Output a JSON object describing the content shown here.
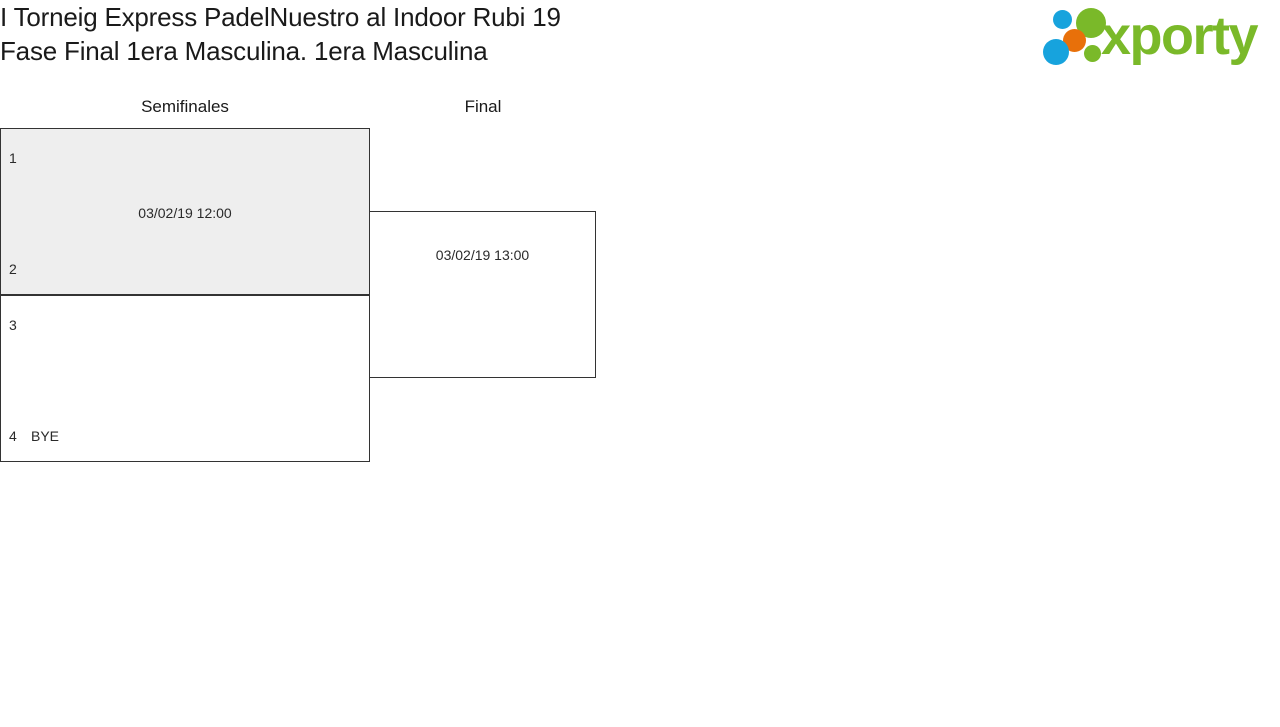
{
  "header": {
    "title_line1": "I Torneig Express PadelNuestro al Indoor Rubi 19",
    "title_line2": "Fase Final 1era Masculina. 1era Masculina",
    "logo": {
      "wordmark": "xporty",
      "colors": {
        "green": "#7ab929",
        "blue": "#17a3dd",
        "orange": "#e8700a"
      }
    }
  },
  "bracket": {
    "rounds": [
      {
        "label": "Semifinales"
      },
      {
        "label": "Final"
      }
    ],
    "matches": {
      "semi1": {
        "shaded": true,
        "time": "03/02/19 12:00",
        "top": {
          "seed": "1",
          "name": ""
        },
        "bottom": {
          "seed": "2",
          "name": ""
        }
      },
      "semi2": {
        "shaded": false,
        "time": "",
        "top": {
          "seed": "3",
          "name": ""
        },
        "bottom": {
          "seed": "4",
          "name": "BYE"
        }
      },
      "final": {
        "shaded": false,
        "time": "03/02/19 13:00",
        "top": {
          "seed": "",
          "name": ""
        },
        "bottom": {
          "seed": "",
          "name": ""
        }
      }
    }
  }
}
